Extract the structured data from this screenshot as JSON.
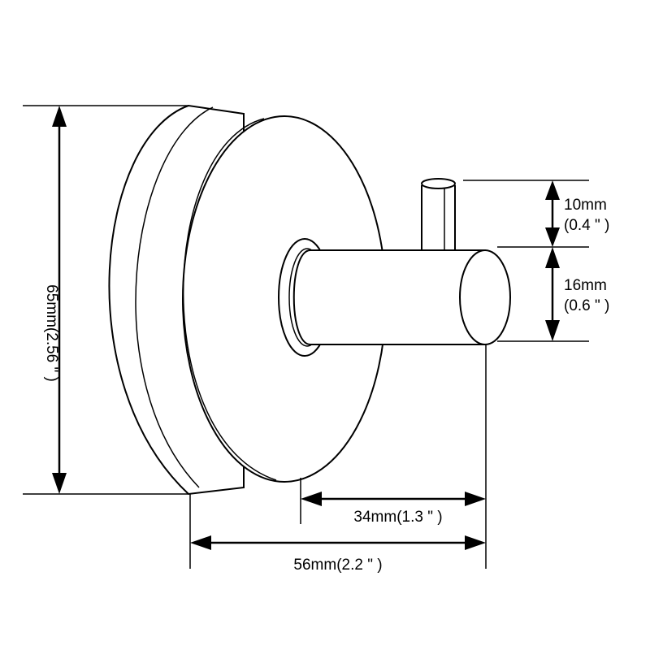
{
  "dimensions": {
    "height_total": "65mm(2.56 \" )",
    "depth_total": "56mm(2.2 \" )",
    "hook_length": "34mm(1.3 \" )",
    "tip_height_mm": "10mm",
    "tip_height_in": "(0.4 \" )",
    "hook_diameter_mm": "16mm",
    "hook_diameter_in": "(0.6 \" )"
  },
  "colors": {
    "line": "#000000",
    "background": "#ffffff"
  }
}
